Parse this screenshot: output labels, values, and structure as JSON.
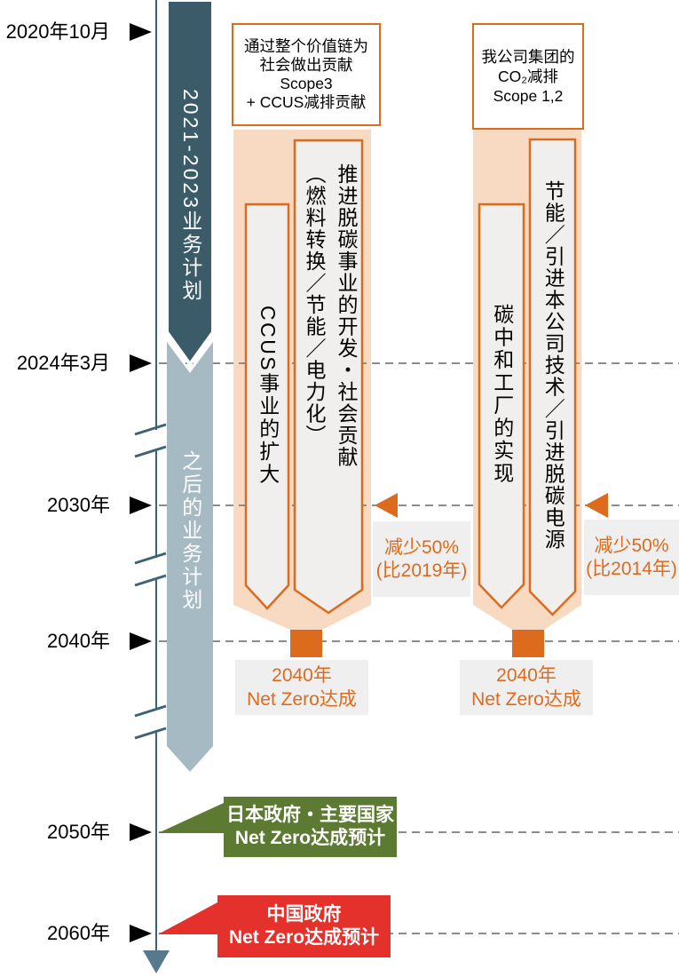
{
  "colors": {
    "plan_early_fill": "#3C5B69",
    "plan_later_fill": "#A6BAC4",
    "timeline_line": "#3E6372",
    "arrowhead": "#567A8B",
    "peach": "#F8DAC2",
    "orange": "#DC6B1E",
    "box_fill": "#F0EFED",
    "label_bg": "#EFEFEF",
    "dash": "#8C8C8C",
    "green": "#5C7A31",
    "red": "#E5312B"
  },
  "timeline": {
    "years": [
      "2020年10月",
      "2024年3月",
      "2030年",
      "2040年",
      "2050年",
      "2060年"
    ],
    "plan_early": "2021-2023业务计划",
    "plan_later": "之后的业务计划"
  },
  "left_block": {
    "header_lines": [
      "通过整个价值链为",
      "社会做出贡献",
      "Scope3",
      "+ CCUS减排贡献"
    ],
    "arrow_ccus": "CCUS事业的扩大",
    "arrow_decarbon_lines": [
      "推进脱碳事业的开发・社会贡献",
      "（燃料转换／节能／电力化）"
    ],
    "reduction_lines": [
      "减少50%",
      "(比2019年)"
    ],
    "netzero_lines": [
      "2040年",
      "Net Zero达成"
    ]
  },
  "right_block": {
    "header_lines": [
      "我公司集团的",
      "CO₂减排",
      "Scope 1,2"
    ],
    "arrow_factory": "碳中和工厂的实现",
    "arrow_energy": "节能／引进本公司技术／引进脱碳电源",
    "reduction_lines": [
      "减少50%",
      "(比2014年)"
    ],
    "netzero_lines": [
      "2040年",
      "Net Zero达成"
    ]
  },
  "banners": {
    "japan_lines": [
      "日本政府・主要国家",
      "Net Zero达成预计"
    ],
    "china_lines": [
      "中国政府",
      "Net Zero达成预计"
    ]
  }
}
